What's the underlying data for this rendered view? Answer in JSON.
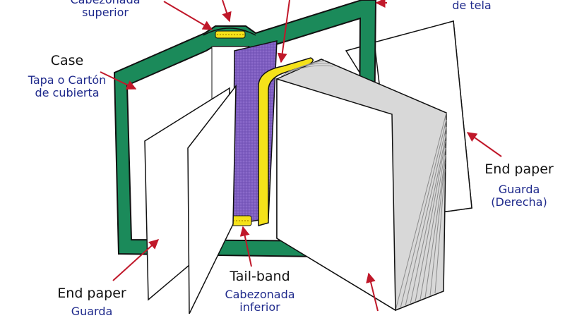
{
  "labels": {
    "headband_es": "Cabezonada\nsuperior",
    "cloth_es": "de tela",
    "case_en": "Case",
    "case_es": "Tapa o Cartón\nde cubierta",
    "endpaper_right_en": "End paper",
    "endpaper_right_es": "Guarda\n(Derecha)",
    "tailband_en": "Tail-band",
    "tailband_es": "Cabezonada\ninferior",
    "endpaper_left_en": "End paper",
    "endpaper_left_es": "Guarda"
  },
  "colors": {
    "case_green": "#1b8a5a",
    "outline": "#111111",
    "mull_purple": "#7d5cc0",
    "spine_yellow": "#f5e21a",
    "arrow_red": "#c0182a",
    "text_blue": "#1f2a8c",
    "page_gray": "#b8b8b8"
  }
}
